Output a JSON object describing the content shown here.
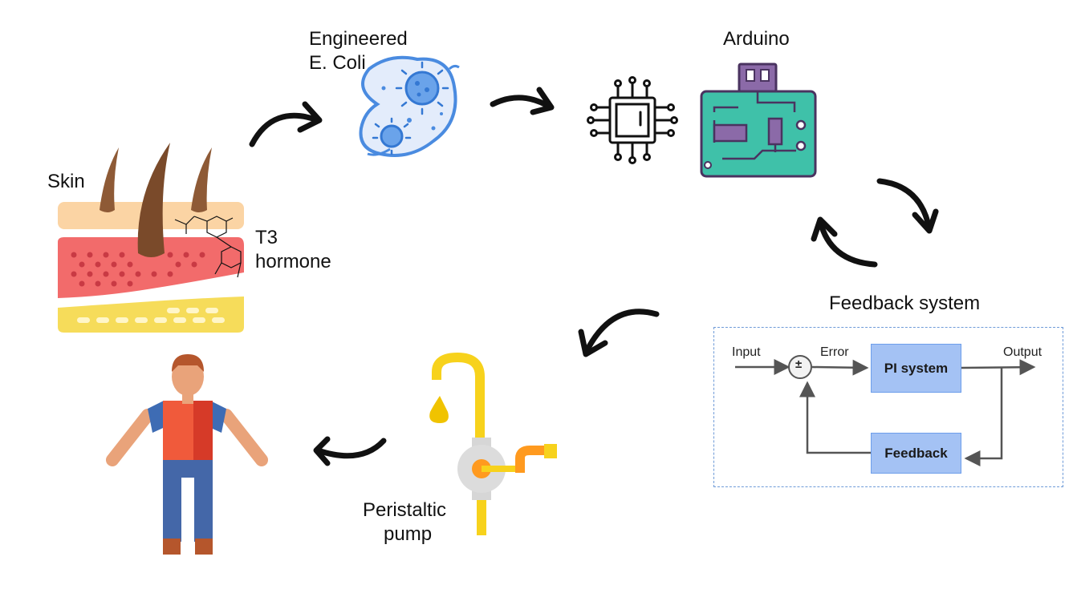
{
  "labels": {
    "engineered": "Engineered",
    "ecoli": "E. Coli",
    "arduino": "Arduino",
    "skin": "Skin",
    "t3": "T3",
    "hormone": "hormone",
    "feedback_system": "Feedback system",
    "peristaltic": "Peristaltic",
    "pump": "pump"
  },
  "control_diagram": {
    "input": "Input",
    "error": "Error",
    "output": "Output",
    "pi_system": "PI system",
    "feedback": "Feedback",
    "sum_sign": "±"
  },
  "icons": [
    "skin-icon",
    "bacteria-icon",
    "chip-icon",
    "arduino-board-icon",
    "cycle-arrows-icon",
    "pump-icon",
    "person-icon"
  ],
  "colors": {
    "accent_box": "#a4c2f4",
    "box_border": "#6d9eeb",
    "dashed_border": "#6f9bd8"
  }
}
